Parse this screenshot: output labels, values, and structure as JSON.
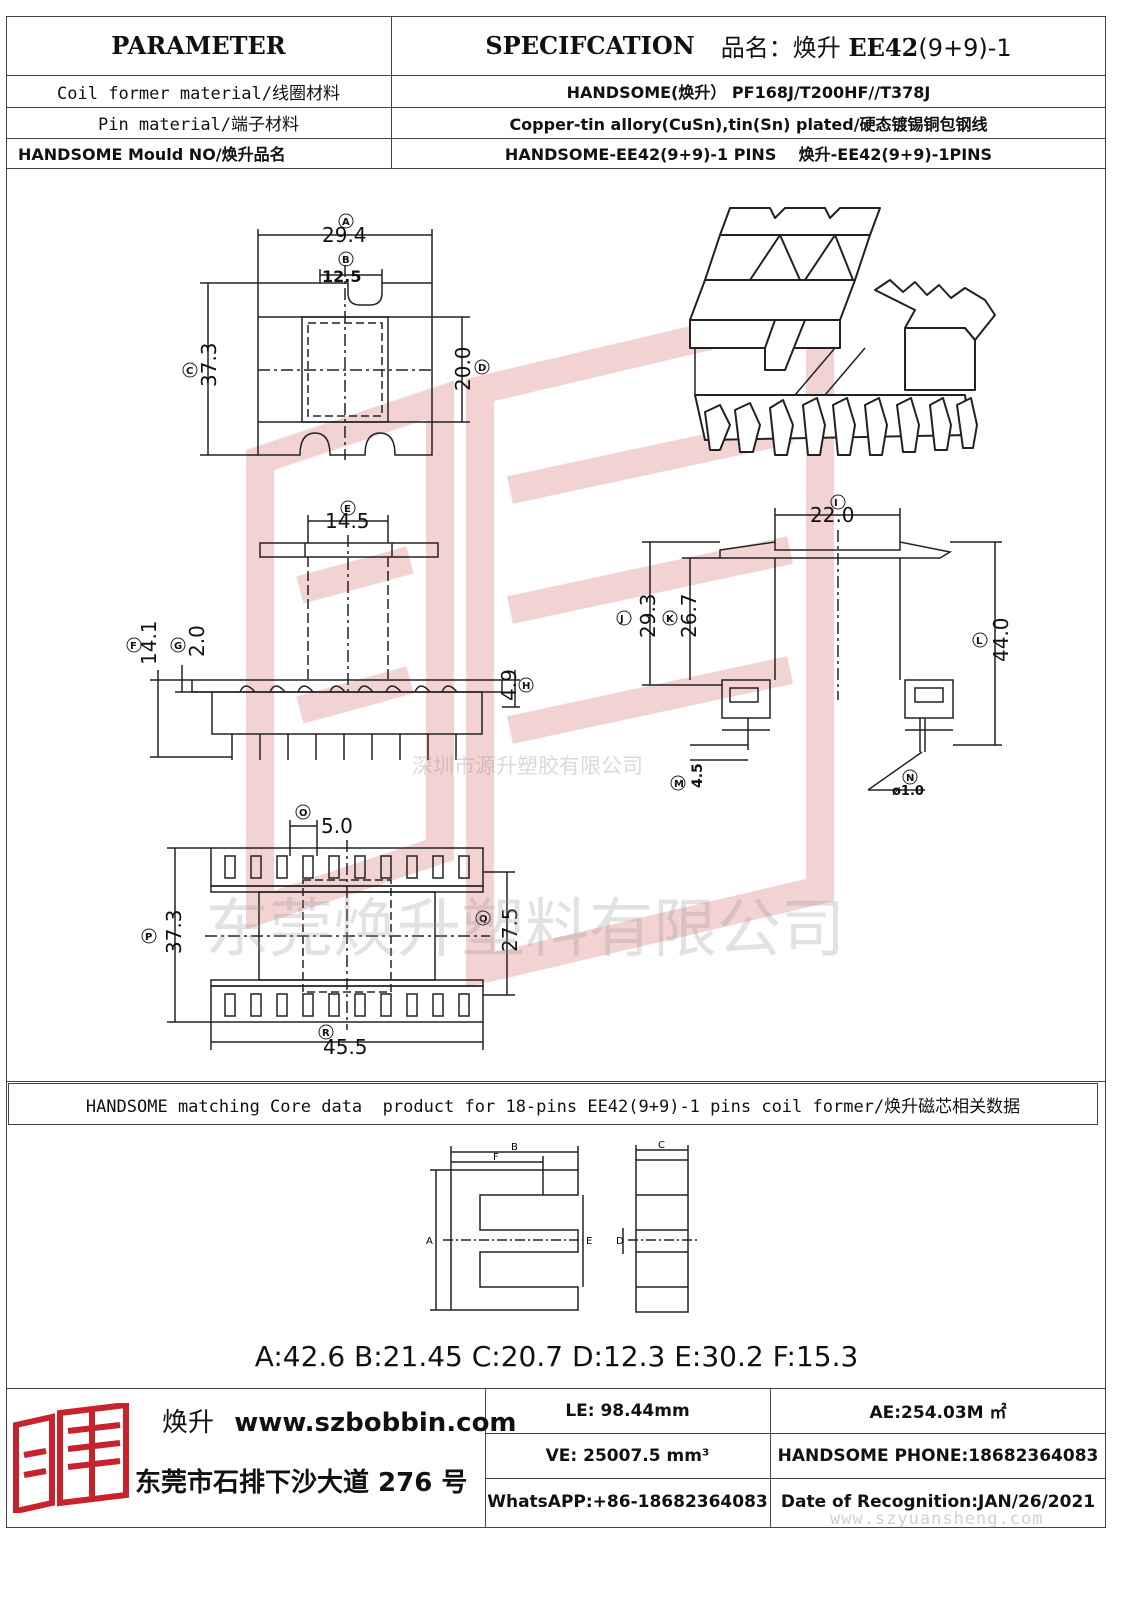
{
  "header": {
    "parameter": "PARAMETER",
    "specification": "SPECIFCATION",
    "product_name_label": "品名：焕升",
    "product_name_model": "EE42",
    "product_name_suffix": "(9+9)-1"
  },
  "rows": [
    {
      "label": "Coil former material/线圈材料",
      "value": "HANDSOME(焕升）  PF168J/T200HF//T378J"
    },
    {
      "label": "Pin material/端子材料",
      "value": "Copper-tin allory(CuSn),tin(Sn) plated/硬态镀锡铜包钢线"
    },
    {
      "label": "HANDSOME Mould NO/焕升品名",
      "value": "HANDSOME-EE42(9+9)-1 PINS    焕升-EE42(9+9)-1PINS"
    }
  ],
  "drawing": {
    "top_view": {
      "A": "29.4",
      "B": "12.5",
      "C": "37.3",
      "D": "20.0"
    },
    "front_view": {
      "E": "14.5",
      "F": "14.1",
      "G": "2.0",
      "H": "4.9"
    },
    "side_view": {
      "I": "22.0",
      "J": "29.3",
      "K": "26.7",
      "L": "44.0",
      "M": "4.5",
      "N": "ø1.0"
    },
    "bottom_view": {
      "O": "5.0",
      "P": "37.3",
      "Q": "27.5",
      "R": "45.5"
    },
    "labels": [
      "A",
      "B",
      "C",
      "D",
      "E",
      "F",
      "G",
      "H",
      "I",
      "J",
      "K",
      "L",
      "M",
      "N",
      "O",
      "P",
      "Q",
      "R"
    ]
  },
  "core_section": {
    "title": "HANDSOME matching Core data  product for 18-pins EE42(9+9)-1 pins coil former/焕升磁芯相关数据",
    "core_letters": [
      "A",
      "B",
      "C",
      "D",
      "E",
      "F"
    ],
    "core_values": "A:42.6 B:21.45 C:20.7 D:12.3 E:30.2 F:15.3"
  },
  "footer": {
    "brand": "焕升",
    "website": "www.szbobbin.com",
    "address": "东莞市石排下沙大道 276 号",
    "le": "LE: 98.44mm",
    "ae": "AE:254.03M ㎡",
    "ve": "VE: 25007.5 mm³",
    "phone": "HANDSOME PHONE:18682364083",
    "whatsapp": "WhatsAPP:+86-18682364083",
    "date": "Date of Recognition:JAN/26/2021"
  },
  "watermarks": {
    "company_small": "深圳市源升塑胶有限公司",
    "company_large": "东莞焕升塑料有限公司",
    "website_corner": "www.szyuansheng.com"
  },
  "colors": {
    "logo_red": "#c8232c",
    "watermark_red": "#e8b0b0",
    "line": "#444444"
  }
}
